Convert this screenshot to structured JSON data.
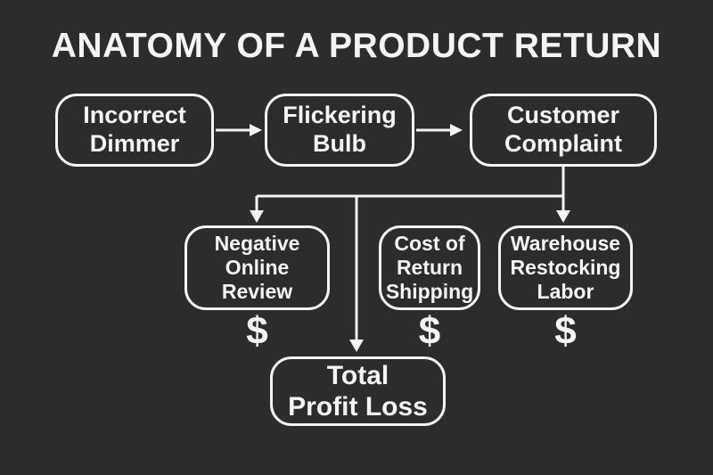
{
  "title": "ANATOMY OF A PRODUCT RETURN",
  "colors": {
    "background": "#2d2c2c",
    "foreground": "#f5f4f2"
  },
  "dollar_sign": "$",
  "nodes": {
    "incorrect_dimmer": {
      "label": "Incorrect\nDimmer"
    },
    "flickering_bulb": {
      "label": "Flickering\nBulb"
    },
    "customer_complaint": {
      "label": "Customer\nComplaint"
    },
    "negative_online_review": {
      "label": "Negative\nOnline\nReview"
    },
    "cost_of_return_shipping": {
      "label": "Cost of\nReturn\nShipping"
    },
    "warehouse_restocking_labor": {
      "label": "Warehouse\nRestocking\nLabor"
    },
    "total_profit_loss": {
      "label": "Total\nProfit Loss"
    }
  }
}
